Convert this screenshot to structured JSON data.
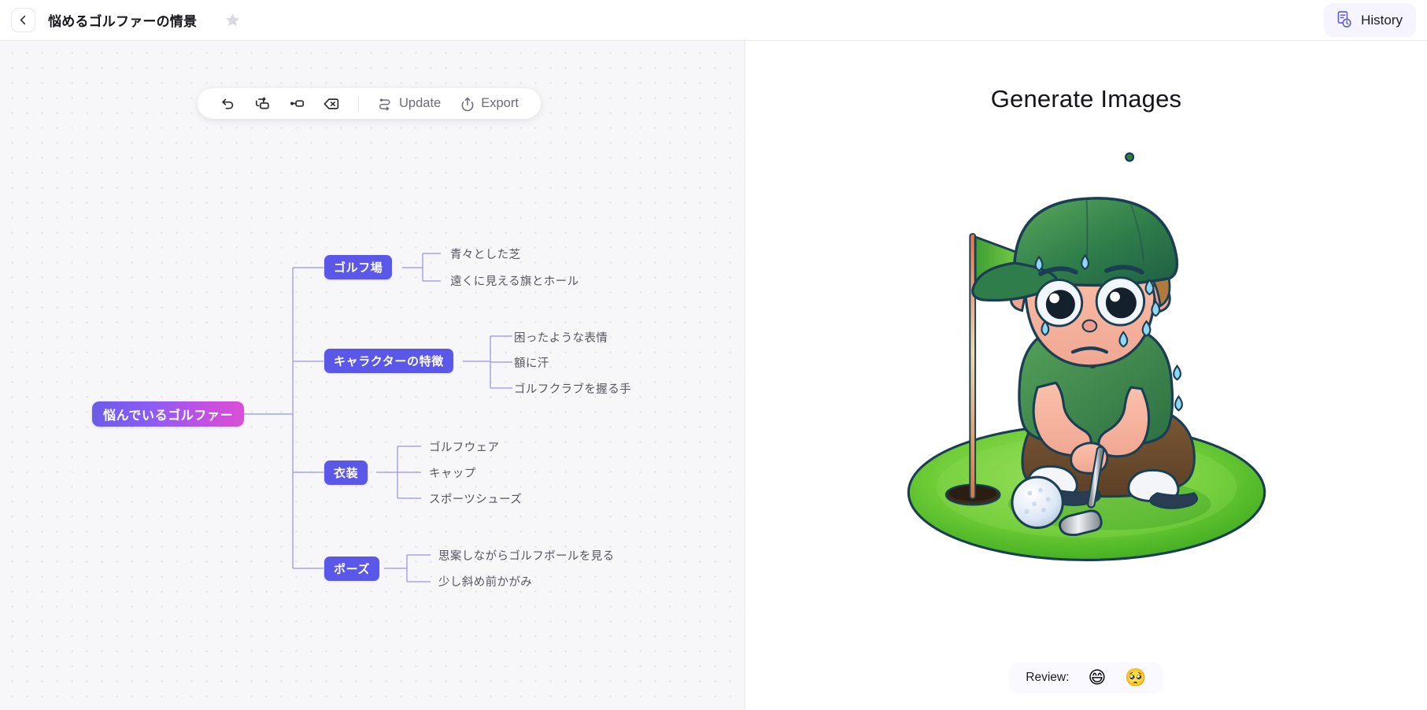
{
  "topbar": {
    "back_icon": "chevron-left-icon",
    "title": "悩めるゴルファーの情景",
    "star_icon": "star-icon",
    "history_label": "History",
    "history_icon": "document-clock-icon"
  },
  "toolbar": {
    "undo_icon": "undo-arrow-icon",
    "add_sibling_icon": "add-sibling-node-icon",
    "add_child_icon": "add-child-node-icon",
    "delete_icon": "delete-node-icon",
    "update_label": "Update",
    "update_icon": "sync-arrows-icon",
    "export_label": "Export",
    "export_icon": "upload-arrow-icon"
  },
  "mindmap": {
    "root": {
      "label": "悩んでいるゴルファー"
    },
    "branches": [
      {
        "label": "ゴルフ場",
        "leaves": [
          "青々とした芝",
          "遠くに見える旗とホール"
        ]
      },
      {
        "label": "キャラクターの特徴",
        "leaves": [
          "困ったような表情",
          "額に汗",
          "ゴルフクラブを握る手"
        ]
      },
      {
        "label": "衣装",
        "leaves": [
          "ゴルフウェア",
          "キャップ",
          "スポーツシューズ"
        ]
      },
      {
        "label": "ポーズ",
        "leaves": [
          "思案しながらゴルフボールを見る",
          "少し斜め前かがみ"
        ]
      }
    ]
  },
  "right_panel": {
    "title": "Generate Images",
    "image_alt": "cartoon golfer boy crouching on green with flag ball and club",
    "review_label": "Review:",
    "review_positive_emoji": "😄",
    "review_negative_emoji": "🥺"
  },
  "colors": {
    "root_gradient_start": "#6c5ce7",
    "root_gradient_end": "#d94fd6",
    "branch": "#5b57e8",
    "connector": "#a6a2f0",
    "leaf_text": "#55555f",
    "history_pill": "#f5f4ff",
    "canvas": "#f7f7fa"
  }
}
